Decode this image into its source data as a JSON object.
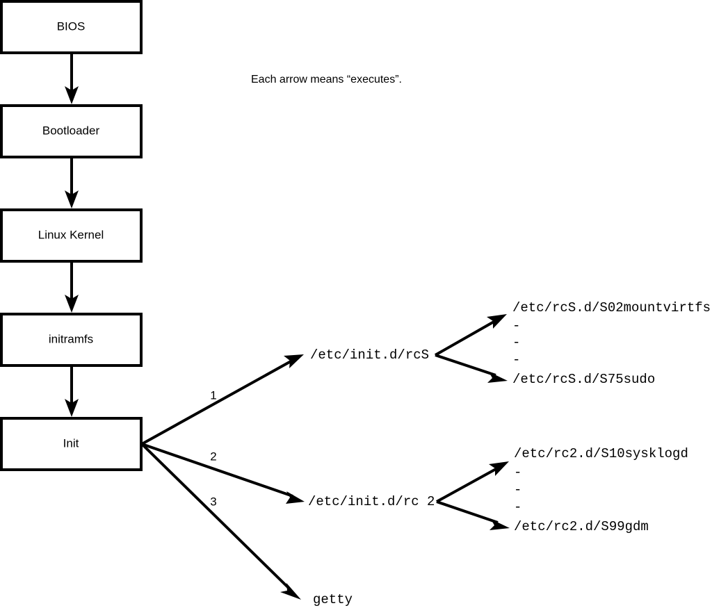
{
  "diagram": {
    "title_note": "Each arrow means “executes”.",
    "boot_chain": [
      {
        "label": "BIOS"
      },
      {
        "label": "Bootloader"
      },
      {
        "label": "Linux Kernel"
      },
      {
        "label": "initramfs"
      },
      {
        "label": "Init"
      }
    ],
    "init_branches": [
      {
        "number": "1",
        "label": "/etc/init.d/rcS"
      },
      {
        "number": "2",
        "label": "/etc/init.d/rc 2"
      },
      {
        "number": "3",
        "label": "getty"
      }
    ],
    "rcs_scripts": {
      "first": "/etc/rcS.d/S02mountvirtfs",
      "ellipsis": [
        "-",
        "-",
        "-"
      ],
      "last": "/etc/rcS.d/S75sudo"
    },
    "rc2_scripts": {
      "first": "/etc/rc2.d/S10sysklogd",
      "ellipsis": [
        "-",
        "-",
        "-"
      ],
      "last": "/etc/rc2.d/S99gdm"
    },
    "colors": {
      "stroke": "#000000",
      "fill": "#ffffff",
      "background": "#ffffff"
    }
  }
}
